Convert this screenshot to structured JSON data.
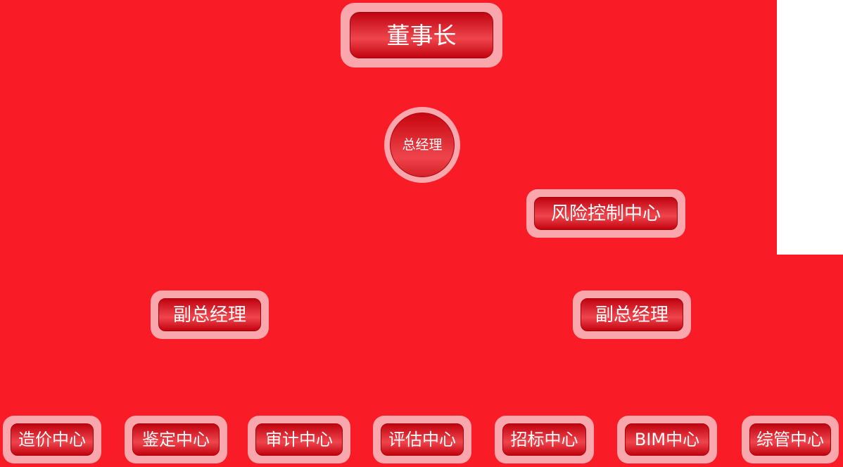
{
  "colors": {
    "background": "#f91b26",
    "node_frame_pink": "#f9a6ac",
    "button_gradient_top": "#bf0410",
    "button_gradient_middle": "#f0454d",
    "button_gradient_bottom": "#c2030f",
    "button_border": "#a8020d",
    "text": "#ffffff",
    "corner_panel": "#ffffff"
  },
  "nodes": {
    "chairman": {
      "label": "董事长"
    },
    "general_manager": {
      "label": "总经理"
    },
    "risk_control_center": {
      "label": "风险控制中心"
    },
    "deputy_gm_left": {
      "label": "副总经理"
    },
    "deputy_gm_right": {
      "label": "副总经理"
    },
    "departments": [
      {
        "label": "造价中心"
      },
      {
        "label": "鉴定中心"
      },
      {
        "label": "审计中心"
      },
      {
        "label": "评估中心"
      },
      {
        "label": "招标中心"
      },
      {
        "label": "BIM中心"
      },
      {
        "label": "综管中心"
      }
    ]
  }
}
